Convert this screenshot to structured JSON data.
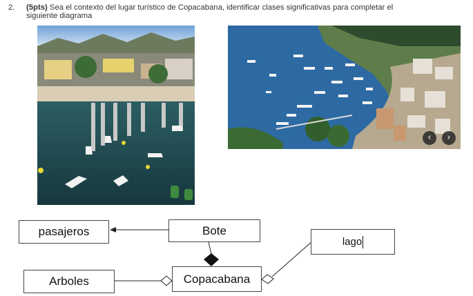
{
  "question": {
    "number": "2.",
    "points": "(5pts)",
    "text_line1": " Sea el contexto del lugar turístico de Copacabana, identificar clases significativas para completar el",
    "text_line2": "siguiente diagrama"
  },
  "carousel": {
    "prev_icon": "‹",
    "next_icon": "›"
  },
  "diagram": {
    "classes": {
      "pasajeros": "pasajeros",
      "bote": "Bote",
      "lago": "lago",
      "arboles": "Arboles",
      "copacabana": "Copacabana"
    }
  },
  "colors": {
    "water_dark": "#1f4f5a",
    "lake_blue": "#2d6aa3",
    "sky": "#9fc3e6"
  }
}
